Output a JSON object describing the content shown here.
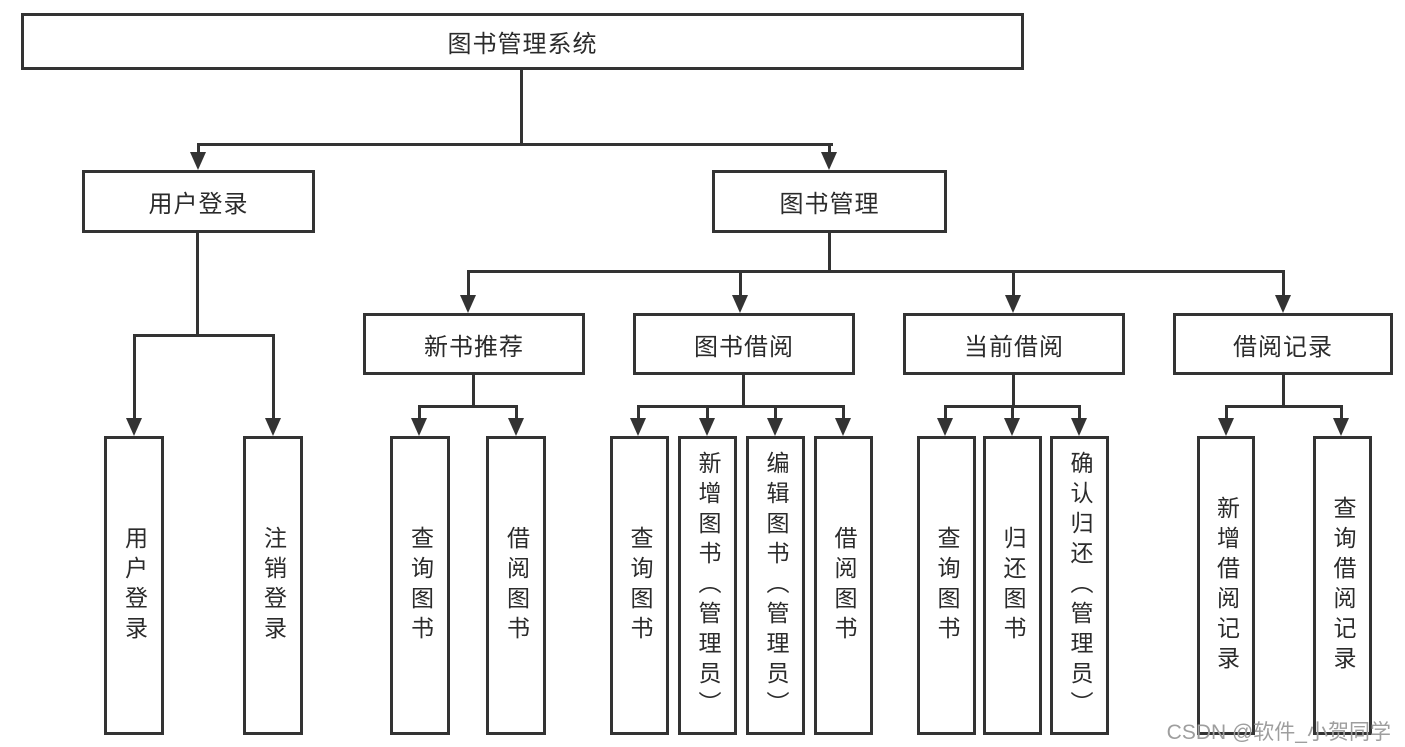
{
  "diagram": {
    "root": {
      "label": "图书管理系统"
    },
    "level1": [
      {
        "label": "用户登录"
      },
      {
        "label": "图书管理"
      }
    ],
    "level2": [
      {
        "label": "新书推荐"
      },
      {
        "label": "图书借阅"
      },
      {
        "label": "当前借阅"
      },
      {
        "label": "借阅记录"
      }
    ],
    "leaves": {
      "user_login": [
        "用户登录",
        "注销登录"
      ],
      "new_book": [
        "查询图书",
        "借阅图书"
      ],
      "book_borrow": [
        "查询图书",
        "新增图书（管理员）",
        "编辑图书（管理员）",
        "借阅图书"
      ],
      "current_borrow": [
        "查询图书",
        "归还图书",
        "确认归还（管理员）"
      ],
      "borrow_record": [
        "新增借阅记录",
        "查询借阅记录"
      ]
    }
  },
  "watermark": "CSDN @软件_小贺同学",
  "colors": {
    "line": "#333333",
    "text": "#2b2b2b",
    "background": "#ffffff",
    "watermark": "#9e9e9e"
  }
}
